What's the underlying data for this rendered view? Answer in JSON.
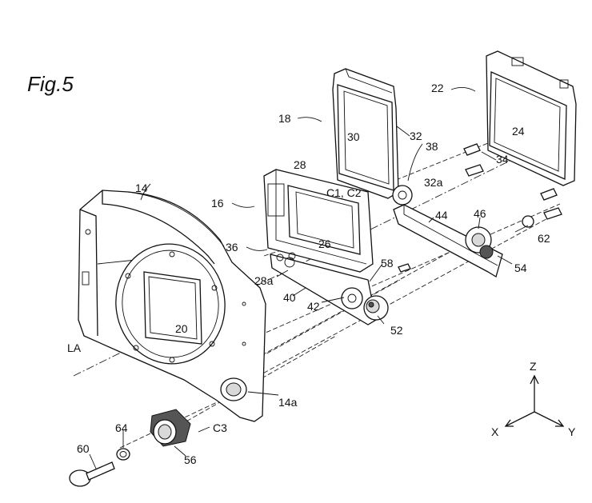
{
  "figure": {
    "title": "Fig.5",
    "labels": {
      "l14": "14",
      "l14a": "14a",
      "l16": "16",
      "l18": "18",
      "l20": "20",
      "l22": "22",
      "l24": "24",
      "l26": "26",
      "l28": "28",
      "l28a": "28a",
      "l30": "30",
      "l32": "32",
      "l32a": "32a",
      "l34": "34",
      "l36": "36",
      "l38": "38",
      "l40": "40",
      "l42": "42",
      "l44": "44",
      "l46": "46",
      "l52": "52",
      "l54": "54",
      "l56": "56",
      "l58": "58",
      "l60": "60",
      "l62": "62",
      "l64": "64",
      "lC1C2": "C1, C2",
      "lC3": "C3",
      "lLA": "LA"
    },
    "axes": {
      "z": "Z",
      "x": "X",
      "y": "Y"
    }
  }
}
